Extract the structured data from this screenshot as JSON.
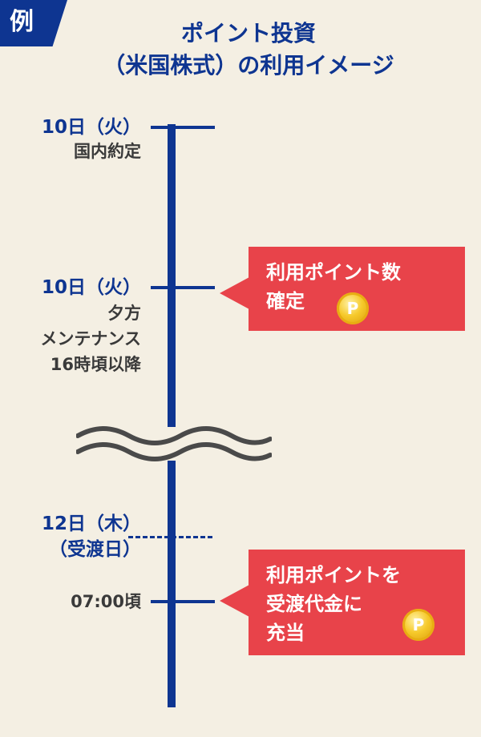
{
  "tag": "例",
  "title": {
    "line1": "ポイント投資",
    "line2": "（米国株式）の利用イメージ"
  },
  "timeline": {
    "event1": {
      "date": "10日（火）",
      "desc": [
        "国内約定"
      ]
    },
    "event2": {
      "date": "10日（火）",
      "desc": [
        "夕方",
        "メンテナンス",
        "16時頃以降"
      ]
    },
    "event3": {
      "date": "12日（木）",
      "sub": "（受渡日）"
    },
    "event4": {
      "time": "07:00頃"
    }
  },
  "callouts": [
    {
      "lines": [
        "利用ポイント数",
        "確定"
      ],
      "icon": "point-coin-icon"
    },
    {
      "lines": [
        "利用ポイントを",
        "受渡代金に",
        "充当"
      ],
      "icon": "point-coin-icon"
    }
  ],
  "coin_glyph": "P",
  "colors": {
    "navy": "#0e3591",
    "red": "#e8434a",
    "background": "#f4efe3",
    "gray_text": "#3a3a3a",
    "gold": "#f6c92a"
  }
}
